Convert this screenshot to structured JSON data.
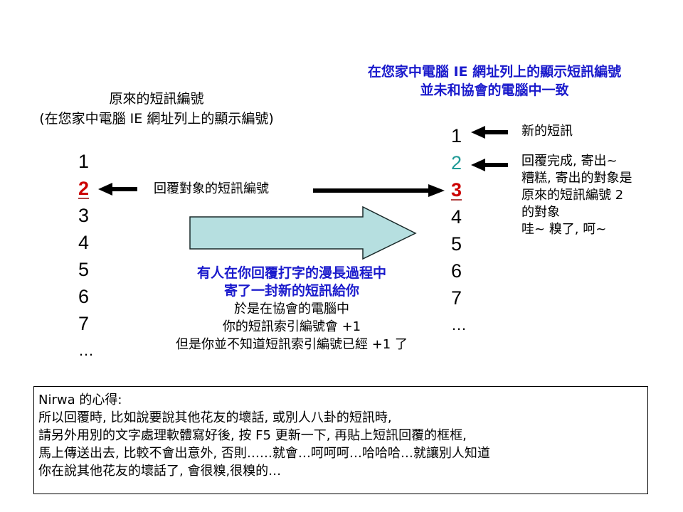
{
  "title_right": {
    "line1": "在您家中電腦 IE 網址列上的顯示短訊編號",
    "line2": "並未和協會的電腦中一致",
    "color": "#1a1acc"
  },
  "title_left": {
    "line1": "原來的短訊編號",
    "line2": "(在您家中電腦 IE 網址列上的顯示編號)"
  },
  "left_numbers": [
    "1",
    "2",
    "3",
    "4",
    "5",
    "6",
    "7",
    "…"
  ],
  "right_numbers": [
    "1",
    "2",
    "3",
    "4",
    "5",
    "6",
    "7",
    "…"
  ],
  "highlight": {
    "left_index": 1,
    "right_red_index": 2,
    "right_teal_index": 1,
    "red_color": "#cc0000",
    "teal_color": "#1f9a96"
  },
  "reply_target_label": "回覆對象的短訊編號",
  "right_notes": {
    "new_message": "新的短訊",
    "lines": [
      "回覆完成, 寄出~",
      "糟糕, 寄出的對象是",
      "原來的短訊編號 2",
      "的對象",
      "哇~ 糗了, 呵~"
    ]
  },
  "middle_text": {
    "blue_line1": "有人在你回覆打字的漫長過程中",
    "blue_line2": "寄了一封新的短訊給你",
    "line3": "於是在協會的電腦中",
    "line4": "你的短訊索引編號會 +1",
    "line5": "但是你並不知道短訊索引編號已經 +1 了"
  },
  "big_arrow": {
    "fill": "#b6dfe0",
    "stroke": "#000000"
  },
  "note_box": {
    "title": "Nirwa 的心得:",
    "lines": [
      "所以回覆時, 比如說要說其他花友的壞話, 或別人八卦的短訊時,",
      "請另外用別的文字處理軟體寫好後, 按 F5 更新一下, 再貼上短訊回覆的框框,",
      "馬上傳送出去, 比較不會出意外, 否則……就會…呵呵呵…哈哈哈…就讓別人知道",
      "你在說其他花友的壞話了, 會很糗,很糗的…"
    ]
  }
}
